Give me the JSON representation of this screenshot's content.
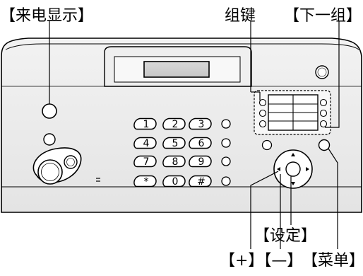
{
  "labels": {
    "caller_id": "【来电显示】",
    "group_key": "组键",
    "next_group": "【下一组】",
    "set": "【设定】",
    "plus_minus": "【+】【—】",
    "menu": "【菜单】"
  },
  "keypad": {
    "keys": [
      "1",
      "2",
      "3",
      "4",
      "5",
      "6",
      "7",
      "8",
      "9",
      "*",
      "0",
      "#"
    ]
  },
  "colors": {
    "line": "#000000",
    "panel_fill": "#ffffff",
    "body_fill": "#e9e9e9",
    "display_fill": "#cfcfcf",
    "button_fill": "#ffffff"
  },
  "icons": {
    "up_down_left_right": "arrow-pad-icon"
  }
}
